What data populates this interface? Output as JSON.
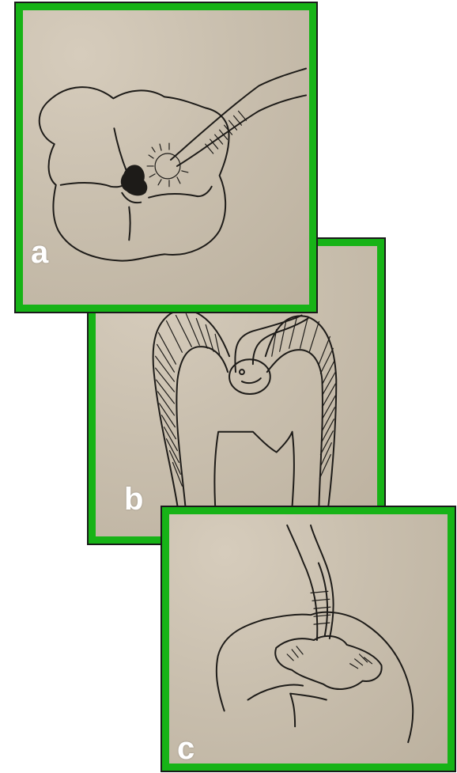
{
  "panels": [
    {
      "label": "a",
      "icon": "tooth-occlusal-view-icon"
    },
    {
      "label": "b",
      "icon": "tooth-cross-section-icon"
    },
    {
      "label": "c",
      "icon": "tooth-side-view-icon"
    }
  ],
  "colors": {
    "frame": "#17b317",
    "paper": "#c9bfae",
    "ink": "#1d1b18",
    "label": "#ffffff"
  }
}
